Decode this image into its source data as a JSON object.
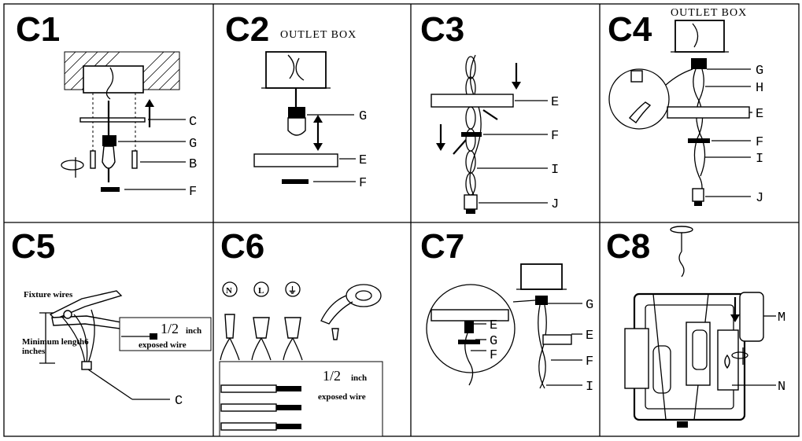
{
  "panels": [
    {
      "step": "C1",
      "labels": [
        "C",
        "G",
        "B",
        "F"
      ]
    },
    {
      "step": "C2",
      "header": "OUTLET BOX",
      "labels": [
        "G",
        "E",
        "F"
      ]
    },
    {
      "step": "C3",
      "labels": [
        "E",
        "F",
        "I",
        "J"
      ]
    },
    {
      "step": "C4",
      "header": "OUTLET BOX",
      "labels": [
        "G",
        "H",
        "E",
        "F",
        "I",
        "J"
      ]
    },
    {
      "step": "C5",
      "labels": [
        "C"
      ],
      "fixture_wires": "Fixture wires",
      "min_length": "Minimum length6",
      "min_length_unit": "inches",
      "strip_length": "1/2",
      "strip_unit": "inch",
      "exposed": "exposed wire"
    },
    {
      "step": "C6",
      "wire_symbols": [
        "N",
        "L",
        "⏚"
      ],
      "strip_length": "1/2",
      "strip_unit": "inch",
      "exposed": "exposed wire"
    },
    {
      "step": "C7",
      "labels": [
        "G",
        "E",
        "F",
        "I"
      ],
      "inset_labels": [
        "E",
        "G",
        "F"
      ]
    },
    {
      "step": "C8",
      "labels": [
        "M",
        "N"
      ]
    }
  ]
}
